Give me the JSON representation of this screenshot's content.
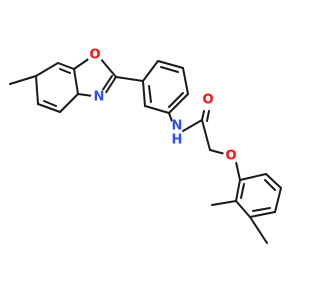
{
  "molecule": {
    "atoms": [
      {
        "label": "O",
        "color": "#ff0d0d"
      },
      {
        "label": "N",
        "color": "#3050f8"
      },
      {
        "label": "O",
        "color": "#ff0d0d"
      },
      {
        "label": "N",
        "color": "#3050f8"
      },
      {
        "label": "H",
        "color": "#3050f8"
      },
      {
        "label": "O",
        "color": "#ff0d0d"
      }
    ]
  }
}
